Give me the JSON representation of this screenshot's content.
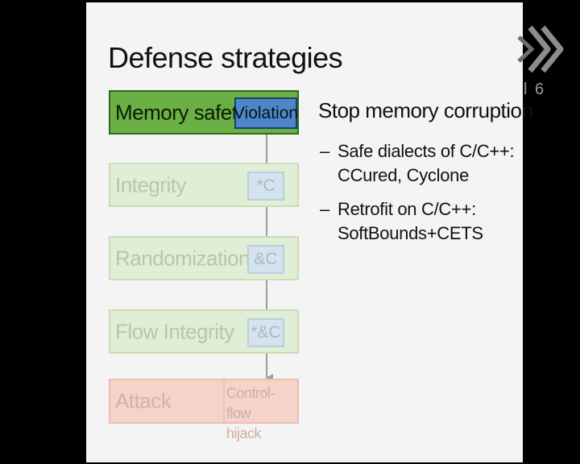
{
  "slide": {
    "title": "Defense strategies",
    "boxes": {
      "memory_safety": {
        "label": "Memory safety",
        "tag": "Violation"
      },
      "integrity": {
        "label": "Integrity",
        "tag": "*C"
      },
      "randomization": {
        "label": "Randomization",
        "tag": "&C"
      },
      "flow_integrity": {
        "label": "Flow Integrity",
        "tag": "*&C"
      },
      "attack": {
        "label": "Attack",
        "tag_line1": "Control-flow",
        "tag_line2": "hijack"
      }
    },
    "heading": "Stop memory corruption",
    "bullets": [
      {
        "line1": "Safe dialects of C/C++:",
        "line2": "CCured, Cyclone"
      },
      {
        "line1": "Retrofit on C/C++:",
        "line2": "SoftBounds+CETS"
      }
    ],
    "bullet_marker": "–"
  },
  "overlay": {
    "logo_icon": "x-logo-icon",
    "logo_text": "l 6"
  },
  "colors": {
    "memory_safety_fill": "#6ab045",
    "violation_fill": "#4d87c7",
    "faded_green": "#e1eed6",
    "attack_fill": "#f5d3c8",
    "arrow": "#9c9c9c"
  }
}
